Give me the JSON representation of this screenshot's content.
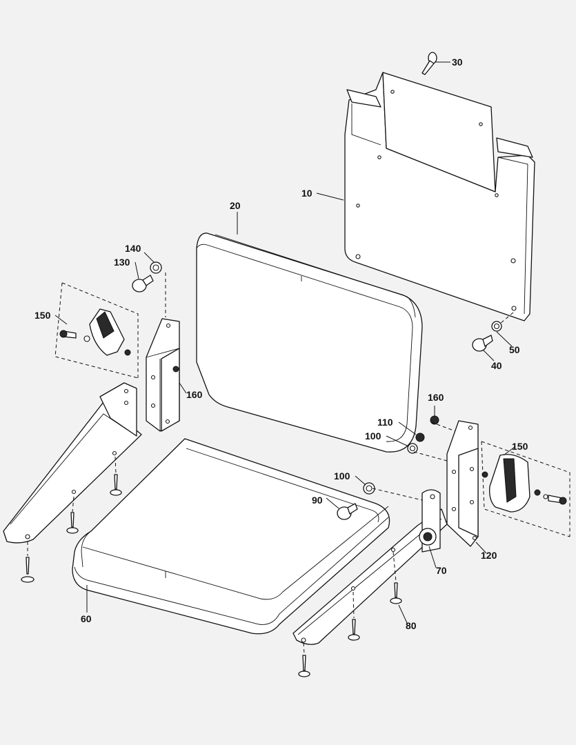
{
  "callouts": {
    "c10": "10",
    "c20": "20",
    "c30": "30",
    "c40": "40",
    "c50": "50",
    "c60": "60",
    "c70": "70",
    "c80": "80",
    "c90": "90",
    "c100a": "100",
    "c100b": "100",
    "c110": "110",
    "c120": "120",
    "c130": "130",
    "c140": "140",
    "c150a": "150",
    "c150b": "150",
    "c160a": "160",
    "c160b": "160"
  }
}
